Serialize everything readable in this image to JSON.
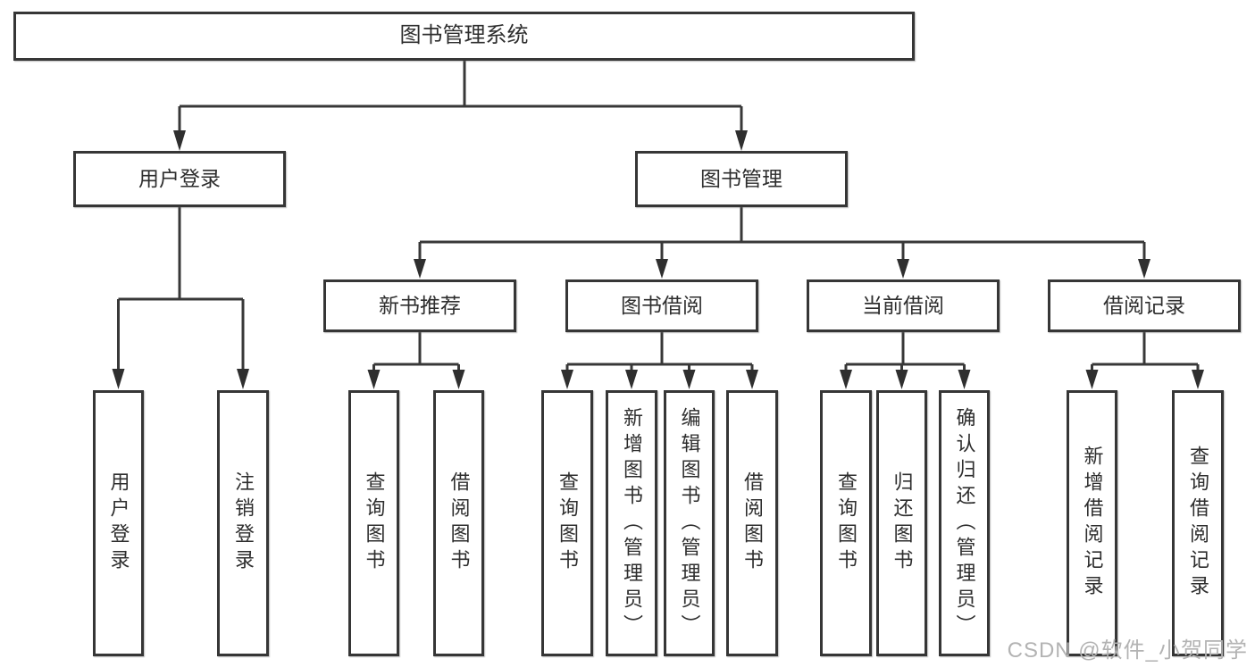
{
  "tree": {
    "root": {
      "label": "图书管理系统",
      "children": [
        {
          "label": "用户登录",
          "children": [
            {
              "label": "用户登录"
            },
            {
              "label": "注销登录"
            }
          ]
        },
        {
          "label": "图书管理",
          "children": [
            {
              "label": "新书推荐",
              "children": [
                {
                  "label": "查询图书"
                },
                {
                  "label": "借阅图书"
                }
              ]
            },
            {
              "label": "图书借阅",
              "children": [
                {
                  "label": "查询图书"
                },
                {
                  "label": "新增图书（管理员）"
                },
                {
                  "label": "编辑图书（管理员）"
                },
                {
                  "label": "借阅图书"
                }
              ]
            },
            {
              "label": "当前借阅",
              "children": [
                {
                  "label": "查询图书"
                },
                {
                  "label": "归还图书"
                },
                {
                  "label": "确认归还（管理员）"
                }
              ]
            },
            {
              "label": "借阅记录",
              "children": [
                {
                  "label": "新增借阅记录"
                },
                {
                  "label": "查询借阅记录"
                }
              ]
            }
          ]
        }
      ]
    }
  },
  "watermark": {
    "text": "CSDN @软件_小贺同学"
  },
  "colors": {
    "line": "#383838",
    "arrowhead": "#2f2f2f",
    "box_border": "#363636",
    "text": "#2e2e2e",
    "watermark": "#b3b3b3",
    "background": "#ffffff"
  }
}
